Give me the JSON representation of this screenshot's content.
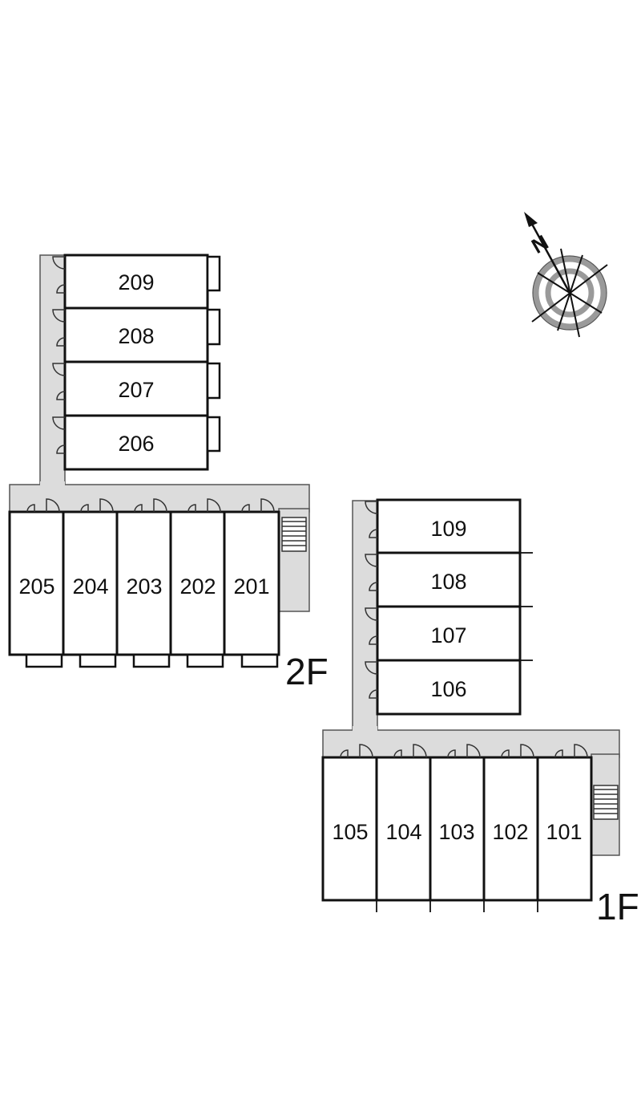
{
  "compass": {
    "north_label": "N",
    "icon": "compass-rose-icon"
  },
  "floors": [
    {
      "id": "2F",
      "label": "2F",
      "column_rooms": [
        "209",
        "208",
        "207",
        "206"
      ],
      "row_rooms": [
        "205",
        "204",
        "203",
        "202",
        "201"
      ]
    },
    {
      "id": "1F",
      "label": "1F",
      "column_rooms": [
        "109",
        "108",
        "107",
        "106"
      ],
      "row_rooms": [
        "105",
        "104",
        "103",
        "102",
        "101"
      ]
    }
  ],
  "colors": {
    "wall": "#111111",
    "corridor": "#dcdcdc",
    "compass_ring": "#9a9a9a"
  }
}
